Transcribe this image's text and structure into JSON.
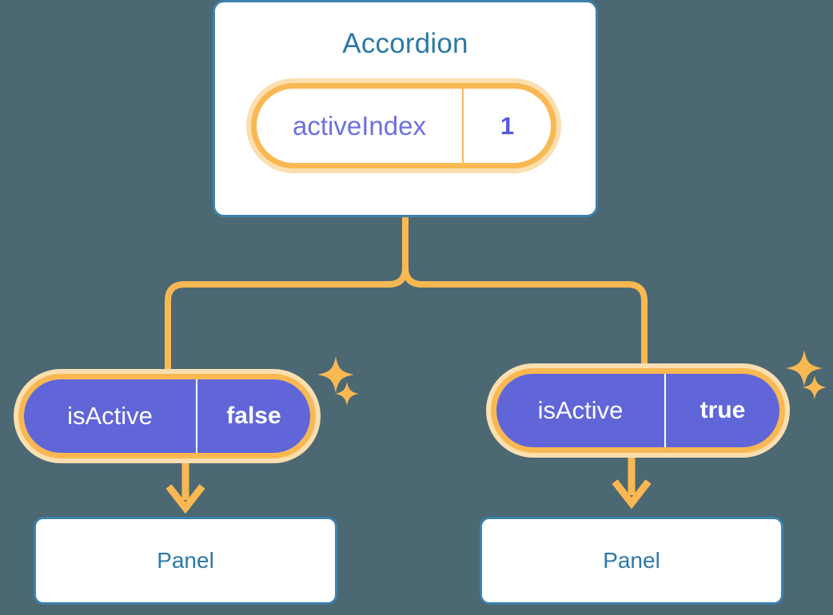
{
  "diagram": {
    "title_node": {
      "label": "Accordion",
      "state": {
        "key": "activeIndex",
        "value": "1"
      }
    },
    "branches": [
      {
        "state": {
          "key": "isActive",
          "value": "false"
        },
        "child": {
          "label": "Panel"
        }
      },
      {
        "state": {
          "key": "isActive",
          "value": "true"
        },
        "child": {
          "label": "Panel"
        }
      }
    ],
    "decorations": {
      "sparkle_name": "sparkle-icon",
      "connector_name": "tree-connector",
      "arrow_name": "down-arrow-icon"
    },
    "colors": {
      "background": "#4c6873",
      "card_border": "#3d82ad",
      "card_fill": "#ffffff",
      "title_text": "#2d78a8",
      "ring": "#f9b851",
      "ring_glow": "#fbdfb0",
      "pill_fill_purple": "#6066d8",
      "pill_text_purple": "#6b70e0",
      "pill_value_purple": "#5558dd",
      "pill_text_white": "#ffffff",
      "connector": "#f9b851"
    }
  }
}
